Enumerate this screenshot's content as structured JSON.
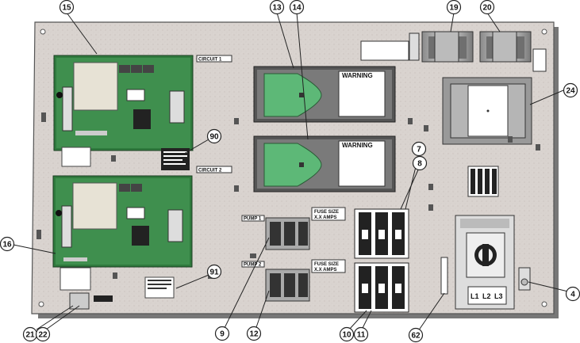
{
  "labels": {
    "circuit_1": "CIRCUIT 1",
    "circuit_2": "CIRCUIT 2",
    "warning": "WARNING",
    "pump_1": "PUMP 1",
    "pump_2": "PUMP 2",
    "fuse_size": "FUSE SIZE",
    "amps": "X.X AMPS",
    "l1": "L1",
    "l2": "L2",
    "l3": "L3"
  },
  "callouts": {
    "c4": "4",
    "c7": "7",
    "c8": "8",
    "c9": "9",
    "c10": "10",
    "c11": "11",
    "c12": "12",
    "c13": "13",
    "c14": "14",
    "c15": "15",
    "c16": "16",
    "c19": "19",
    "c20": "20",
    "c21": "21",
    "c22": "22",
    "c24": "24",
    "c62": "62",
    "c90": "90",
    "c91": "91"
  },
  "colors": {
    "panel": "#d9d3cf",
    "board": "#3f8f4e",
    "warning_green": "#5db877",
    "callout_fill": "#ffffff",
    "outline": "#222222"
  }
}
